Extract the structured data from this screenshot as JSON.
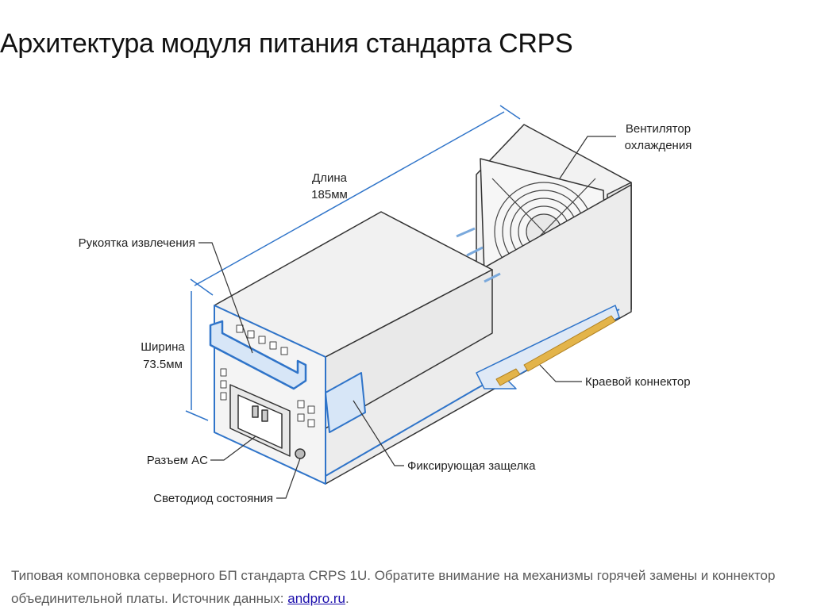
{
  "title": "Архитектура модуля питания стандарта CRPS",
  "diagram": {
    "labels": {
      "length_title": "Длина",
      "length_value": "185мм",
      "fan_line1": "Вентилятор",
      "fan_line2": "охлаждения",
      "handle": "Рукоятка извлечения",
      "width_title": "Ширина",
      "width_value": "73.5мм",
      "edge_connector": "Краевой коннектор",
      "ac_connector": "Разъем AC",
      "status_led": "Светодиод состояния",
      "latch": "Фиксирующая защелка"
    },
    "colors": {
      "accent": "#2f74c9",
      "gold": "#e3b44a",
      "metal": "#eeeeee",
      "outline": "#333333"
    }
  },
  "caption": {
    "text": "Типовая компоновка серверного БП стандарта CRPS 1U. Обратите внимание на механизмы горячей замены и коннектор объединительной платы. Источник данных: ",
    "link_text": "andpro.ru",
    "end": "."
  }
}
